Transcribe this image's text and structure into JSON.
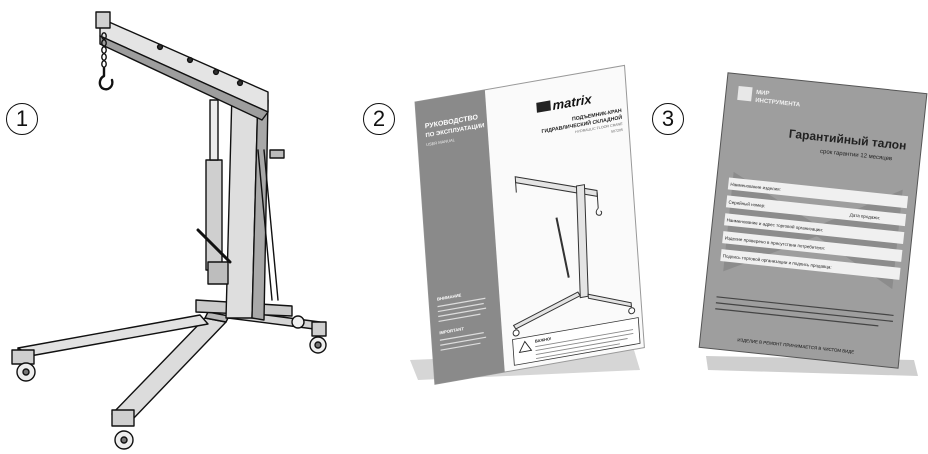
{
  "markers": [
    "1",
    "2",
    "3"
  ],
  "manual": {
    "cover_title_line1": "РУКОВОДСТВО",
    "cover_title_line2": "ПО ЭКСПЛУАТАЦИИ",
    "cover_subtitle": "USER MANUAL",
    "brand": "matrix",
    "product_line1": "ПОДЪЕМНИК-КРАН",
    "product_line2": "ГИДРАВЛИЧЕСКИЙ СКЛАДНОЙ",
    "product_en": "HYDRAULIC FLOOR CRANE",
    "article": "507205",
    "side_warning_title": "ВНИМАНИЕ",
    "side_important_title": "IMPORTANT",
    "warning_box_title": "ВАЖНО!"
  },
  "warranty": {
    "logo_line1": "МИР",
    "logo_line2": "ИНСТРУМЕНТА",
    "title": "Гарантийный талон",
    "subtitle": "срок гарантии 12 месяцев",
    "fields": [
      "Наименование изделия:",
      "Серийный номер:",
      "Дата продажи:",
      "Наименование и адрес торговой организации:",
      "Изделие проверено в присутствии потребителя:",
      "Подпись торговой организации и подпись продавца:"
    ],
    "footer": "ИЗДЕЛИЕ В РЕМОНТ ПРИНИМАЕТСЯ В ЧИСТОМ ВИДЕ"
  },
  "colors": {
    "outline": "#111111",
    "metal_light": "#e6e6e6",
    "metal_mid": "#bdbdbd",
    "metal_dark": "#7a7a7a",
    "manual_band": "#8a8a8a",
    "paper": "#fafafa",
    "shadow": "#cfcfcf",
    "warranty_paper": "#9e9e9e"
  },
  "icons": [
    "floor-crane-illustration",
    "instruction-manual-illustration",
    "warranty-card-illustration"
  ]
}
